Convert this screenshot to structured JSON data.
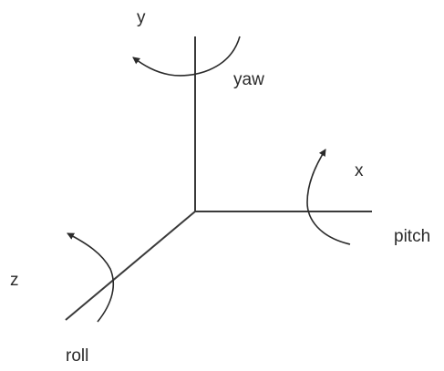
{
  "labels": {
    "y_axis": "y",
    "x_axis": "x",
    "z_axis": "z",
    "yaw": "yaw",
    "pitch": "pitch",
    "roll": "roll"
  },
  "colors": {
    "line": "#3a3a3a",
    "text": "#2a2a2a",
    "background": "#ffffff"
  }
}
